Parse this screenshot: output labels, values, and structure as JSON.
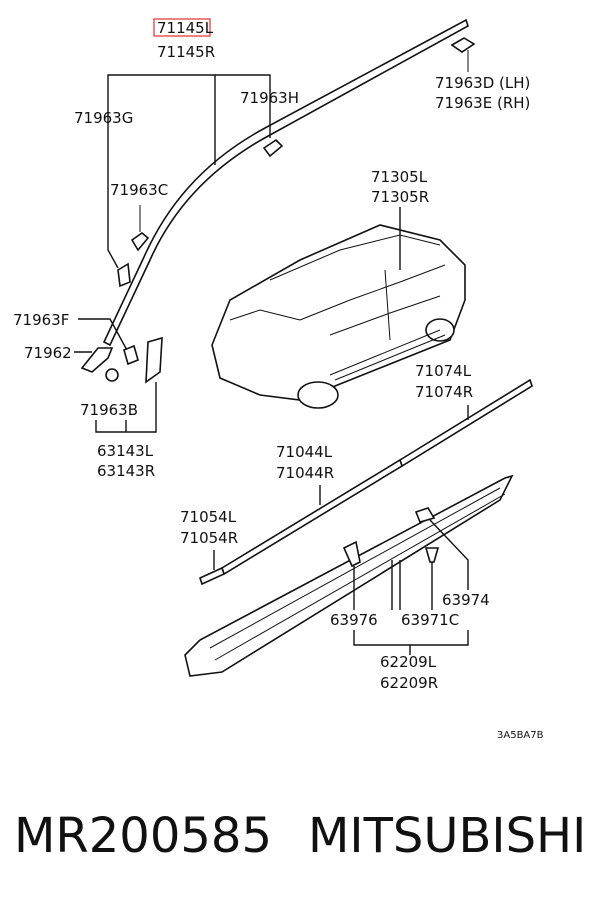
{
  "labels": {
    "p71145L": "71145L",
    "p71145R": "71145R",
    "p71963D": "71963D (LH)",
    "p71963E": "71963E (RH)",
    "p71963G": "71963G",
    "p71963H": "71963H",
    "p71963C": "71963C",
    "p71305L": "71305L",
    "p71305R": "71305R",
    "p71963F": "71963F",
    "p71962": "71962",
    "p71963B": "71963B",
    "p63143L": "63143L",
    "p63143R": "63143R",
    "p71074L": "71074L",
    "p71074R": "71074R",
    "p71044L": "71044L",
    "p71044R": "71044R",
    "p71054L": "71054L",
    "p71054R": "71054R",
    "p63974": "63974",
    "p63976": "63976",
    "p63971C": "63971C",
    "p62209L": "62209L",
    "p62209R": "62209R"
  },
  "diagram_code": "3A5BA7B",
  "highlight_color": "#e03030",
  "footer": {
    "part_number": "MR200585",
    "brand": "MITSUBISHI"
  }
}
